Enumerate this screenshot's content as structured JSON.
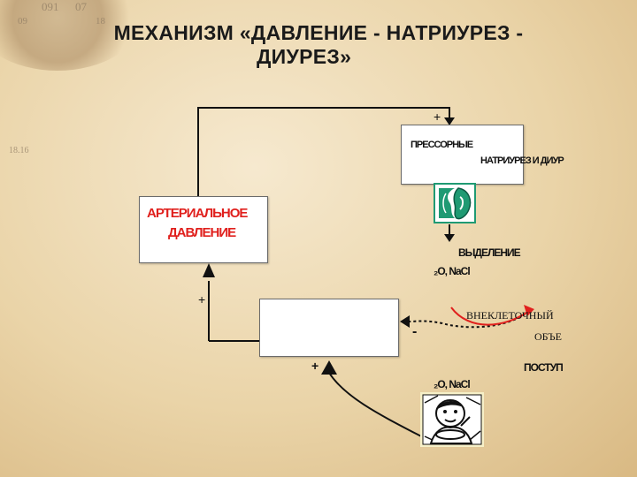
{
  "title": {
    "line1": "МЕХАНИЗМ «ДАВЛЕНИЕ - НАТРИУРЕЗ -",
    "line2": "ДИУРЕЗ»"
  },
  "background": {
    "map_text_1": "091",
    "map_text_2": "07",
    "map_text_3": "09",
    "map_text_4": "18",
    "map_text_5": "18.16"
  },
  "diagram": {
    "arterial_box": {
      "line1": "АРТЕРИАЛЬНОЕ",
      "line2": "ДАВЛЕНИЕ"
    },
    "pressor_box": {
      "line1": "ПРЕССОРНЫЕ",
      "line2": "НАТРИУРЕЗ И ДИУР"
    },
    "excretion": {
      "label": "ВЫДЕЛЕНИЕ",
      "sub": "₂O, NaCl"
    },
    "volume": {
      "line1": "ВНЕКЛЕТОЧНЫЙ",
      "line2": "ОБЪЕ"
    },
    "intake": {
      "label": "ПОСТУП",
      "sub": "₂O, NaCl"
    },
    "signs": {
      "plus_top": "+",
      "plus_left": "+",
      "plus_bottom": "+",
      "minus": "-"
    }
  },
  "colors": {
    "accent_red": "#e0201d",
    "kidney_green": "#1f9a73",
    "box_border": "#6b6b6b"
  },
  "icons": {
    "kidney": "kidney-icon",
    "person": "person-eating-icon"
  }
}
